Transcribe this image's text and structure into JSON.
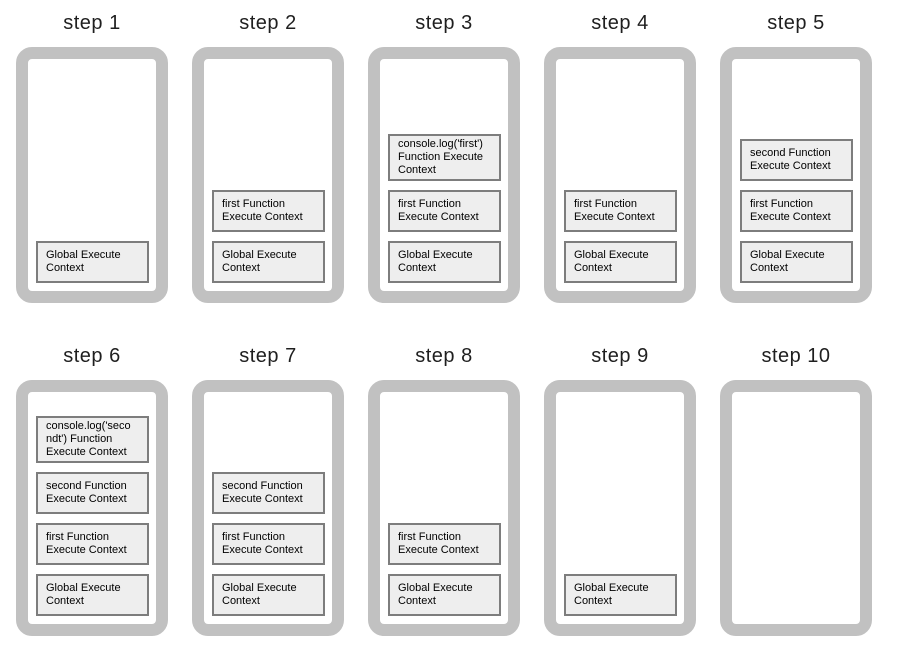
{
  "diagram": {
    "title_theme": "JavaScript call stack execution steps",
    "colors": {
      "frame_border": "#c1c1c1",
      "box_fill": "#eeeeee",
      "box_border": "#7d7d7d",
      "text": "#1f1f1f"
    },
    "steps": [
      {
        "title": "step 1",
        "boxes": [
          "Global Execute\nContext"
        ]
      },
      {
        "title": "step 2",
        "boxes": [
          "first Function\nExecute Context",
          "Global Execute\nContext"
        ]
      },
      {
        "title": "step 3",
        "boxes": [
          "console.log('first')\nFunction Execute\nContext",
          "first Function\nExecute Context",
          "Global Execute\nContext"
        ]
      },
      {
        "title": "step 4",
        "boxes": [
          "first Function\nExecute Context",
          "Global Execute\nContext"
        ]
      },
      {
        "title": "step 5",
        "boxes": [
          "second Function\nExecute Context",
          "first Function\nExecute Context",
          "Global Execute\nContext"
        ]
      },
      {
        "title": "step 6",
        "boxes": [
          "console.log('seco\nndt') Function\nExecute Context",
          "second Function\nExecute Context",
          "first Function\nExecute Context",
          "Global Execute\nContext"
        ]
      },
      {
        "title": "step 7",
        "boxes": [
          "second Function\nExecute Context",
          "first Function\nExecute Context",
          "Global Execute\nContext"
        ]
      },
      {
        "title": "step 8",
        "boxes": [
          "first Function\nExecute Context",
          "Global Execute\nContext"
        ]
      },
      {
        "title": "step 9",
        "boxes": [
          "Global Execute\nContext"
        ]
      },
      {
        "title": "step 10",
        "boxes": []
      }
    ]
  }
}
